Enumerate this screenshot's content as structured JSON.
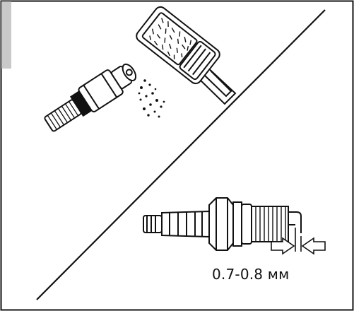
{
  "diagram": {
    "gap_spec": "0.7-0.8 мм",
    "panels": [
      {
        "name": "cleaning-step",
        "items": [
          "spark-plug",
          "toothbrush",
          "carbon-particles"
        ]
      },
      {
        "name": "gap-check-step",
        "items": [
          "spark-plug",
          "gap-arrows"
        ]
      }
    ]
  }
}
